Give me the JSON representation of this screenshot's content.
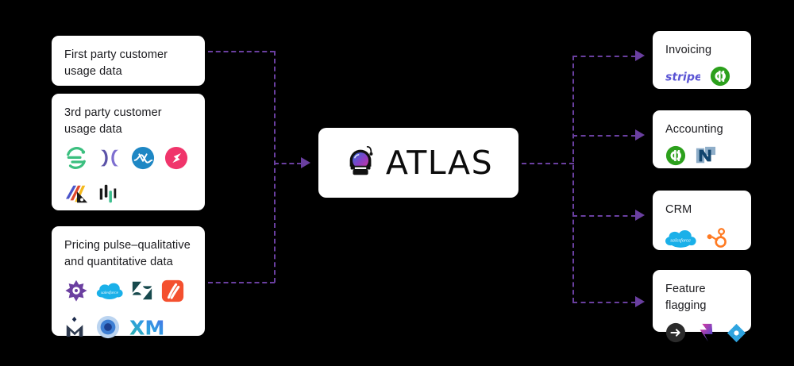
{
  "diagram": {
    "background_color": "#000000",
    "card_color": "#ffffff",
    "connector_color": "#6a3fa0",
    "type": "flow-diagram"
  },
  "inputs": [
    {
      "id": "first-party",
      "title": "First party customer\nusage data",
      "logos": []
    },
    {
      "id": "third-party",
      "title": "3rd party customer\nusage data",
      "logos": [
        {
          "name": "segment-logo",
          "label": "Segment"
        },
        {
          "name": "mixpanel-logo",
          "label": "Mixpanel"
        },
        {
          "name": "amplitude-logo",
          "label": "Amplitude"
        },
        {
          "name": "heap-logo",
          "label": "Heap"
        },
        {
          "name": "looker-logo",
          "label": "Looker"
        },
        {
          "name": "mode-logo",
          "label": "Mode"
        }
      ]
    },
    {
      "id": "pricing-pulse",
      "title": "Pricing pulse–qualitative\nand quantitative data",
      "logos": [
        {
          "name": "gong-logo",
          "label": "Gong"
        },
        {
          "name": "salesforce-logo",
          "label": "Salesforce"
        },
        {
          "name": "zendesk-logo",
          "label": "Zendesk"
        },
        {
          "name": "intercom-logo",
          "label": "Intercom"
        },
        {
          "name": "maze-logo",
          "label": "Maze"
        },
        {
          "name": "dovetail-logo",
          "label": "Dovetail"
        },
        {
          "name": "qualtrics-xm-logo",
          "label": "Qualtrics XM"
        }
      ]
    }
  ],
  "hub": {
    "name": "Atlas",
    "wordmark": "ATLAS",
    "icon": "astronaut-helmet-icon",
    "visor_gradient_start": "#2f6ddc",
    "visor_gradient_end": "#d0379b"
  },
  "outputs": [
    {
      "id": "invoicing",
      "title": "Invoicing",
      "logos": [
        {
          "name": "stripe-logo",
          "label": "stripe"
        },
        {
          "name": "quickbooks-logo",
          "label": "QuickBooks"
        }
      ]
    },
    {
      "id": "accounting",
      "title": "Accounting",
      "logos": [
        {
          "name": "quickbooks-logo",
          "label": "QuickBooks"
        },
        {
          "name": "netsuite-logo",
          "label": "NetSuite"
        }
      ]
    },
    {
      "id": "crm",
      "title": "CRM",
      "logos": [
        {
          "name": "salesforce-logo",
          "label": "salesforce"
        },
        {
          "name": "hubspot-logo",
          "label": "HubSpot"
        }
      ]
    },
    {
      "id": "feature-flagging",
      "title": "Feature flagging",
      "logos": [
        {
          "name": "launchdarkly-logo",
          "label": "LaunchDarkly"
        },
        {
          "name": "statsig-logo",
          "label": "Statsig"
        },
        {
          "name": "split-logo",
          "label": "Split"
        }
      ]
    }
  ]
}
